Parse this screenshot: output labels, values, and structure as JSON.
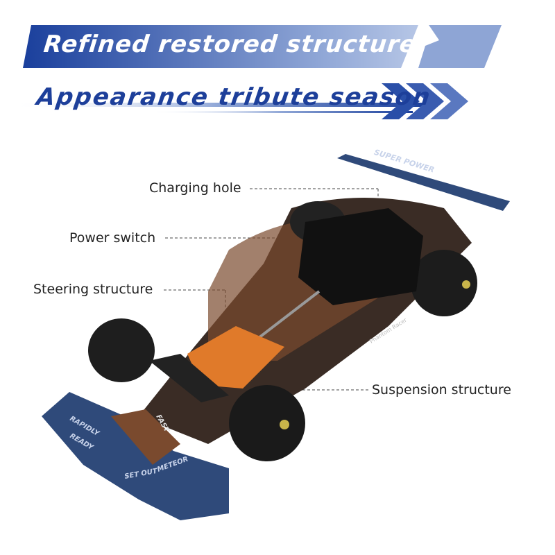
{
  "headline": "Refined restored structure",
  "subheadline": "Appearance tribute season",
  "callouts": {
    "charging_hole": "Charging hole",
    "power_switch": "Power switch",
    "steering_structure": "Steering structure",
    "suspension_structure": "Suspension structure"
  },
  "livery": {
    "wing": "SUPER POWER",
    "side": "Phantom Racer",
    "nose_1": "RAPIDLY",
    "nose_2": "READY",
    "nose_3": "SET OUT",
    "nose_4": "METEOR",
    "nose_5": "FAST"
  },
  "colors": {
    "banner_dark": "#1a3f9c",
    "banner_light": "#9db3dc",
    "body": "#2b2420",
    "accent": "#e07a2a",
    "wing": "#2f4a7a"
  }
}
